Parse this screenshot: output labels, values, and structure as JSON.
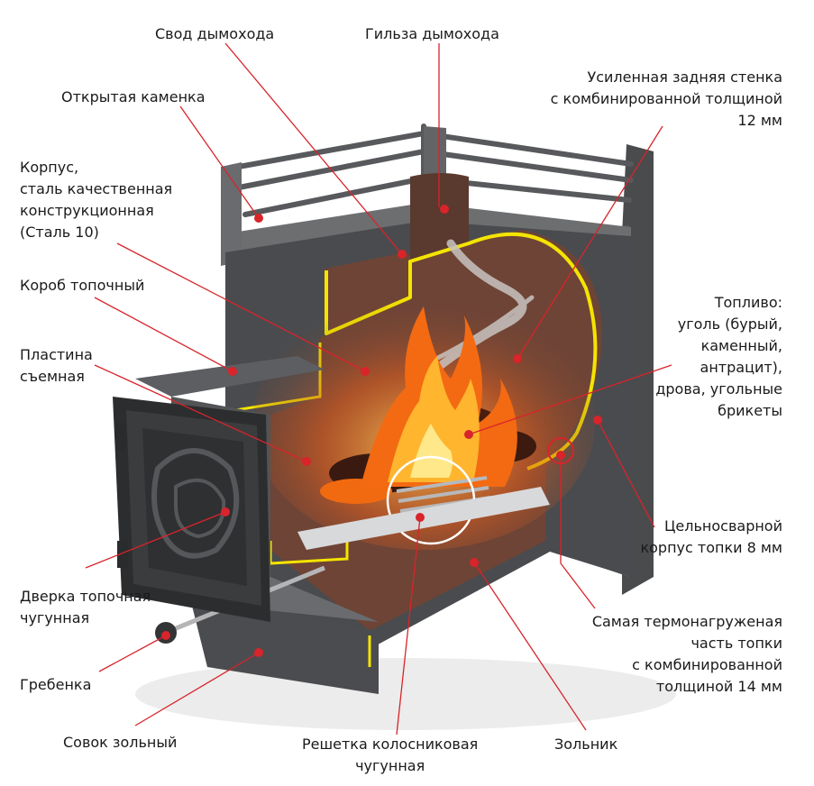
{
  "labels": {
    "svod": [
      "Свод дымохода"
    ],
    "gilza": [
      "Гильза дымохода"
    ],
    "stenka": [
      "Усиленная задняя стенка",
      "с комбинированной толщиной",
      "12 мм"
    ],
    "kamenka": [
      "Открытая каменка"
    ],
    "korpus": [
      "Корпус,",
      "сталь качественная",
      "конструкционная",
      "(Сталь 10)"
    ],
    "korob": [
      "Короб топочный"
    ],
    "plastina": [
      "Пластина",
      "съемная"
    ],
    "toplivo": [
      "Топливо:",
      "уголь (бурый,",
      "каменный,",
      "антрацит),",
      "дрова, угольные",
      "брикеты"
    ],
    "dverka": [
      "Дверка топочная",
      "чугунная"
    ],
    "grebenka": [
      "Гребенка"
    ],
    "sovok": [
      "Совок зольный"
    ],
    "reshetka": [
      "Решетка колосниковая",
      "чугунная"
    ],
    "zolnik": [
      "Зольник"
    ],
    "svarnoy": [
      "Цельносварной",
      "корпус топки 8 мм"
    ],
    "termo": [
      "Самая термонагруженая",
      "часть топки",
      "с комбинированной",
      "толщиной 14 мм"
    ]
  },
  "colors": {
    "leader": "#d8242a",
    "steel_dark": "#3b3c3e",
    "steel_mid": "#55575a",
    "steel_light": "#8a8c8e",
    "interior": "#6e4436",
    "interior_dark": "#4e2e25",
    "outline": "#f4e400",
    "fire_outer": "#f36a12",
    "fire_inner": "#ffd23a"
  }
}
